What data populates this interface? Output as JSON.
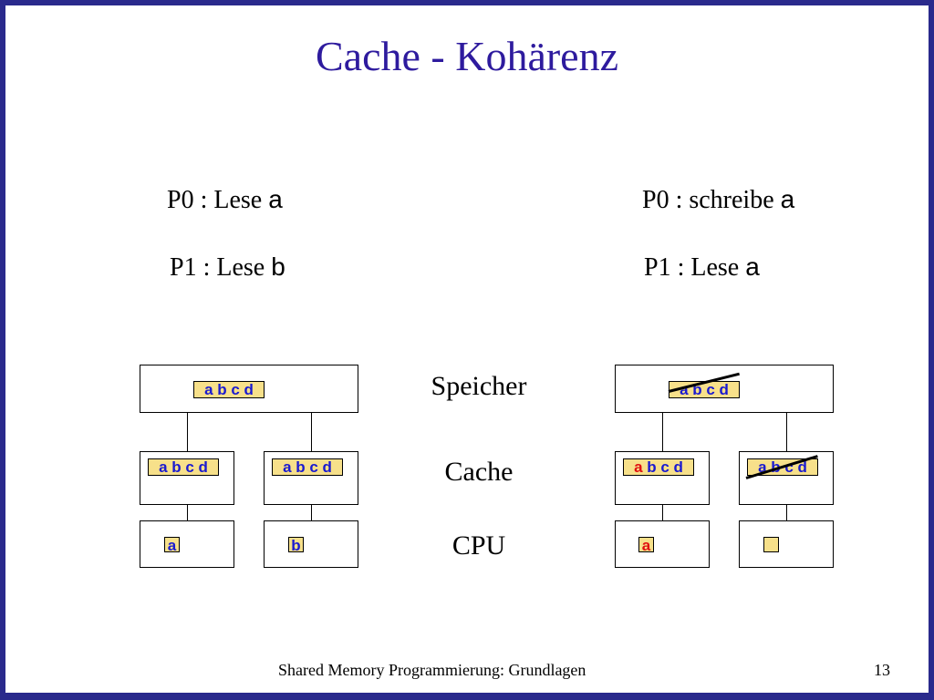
{
  "title": "Cache - Kohärenz",
  "left": {
    "op0_prefix": "P0 : Lese ",
    "op0_var": "a",
    "op1_prefix": "P1 : Lese ",
    "op1_var": "b",
    "memory_cell": "a b c d",
    "cache0_cell": "a b c d",
    "cache1_cell": "a b c d",
    "cpu0_cell": "a",
    "cpu1_cell": "b"
  },
  "right": {
    "op0_prefix": "P0 : schreibe ",
    "op0_var": "a",
    "op1_prefix": "P1 : Lese ",
    "op1_var": "a",
    "memory_cell": "a b c d",
    "cache0_first": "a",
    "cache0_rest": " b c d",
    "cache1_cell": "a b c d",
    "cpu0_cell": "a",
    "cpu1_cell": ""
  },
  "labels": {
    "memory": "Speicher",
    "cache": "Cache",
    "cpu": "CPU"
  },
  "footer": {
    "text": "Shared Memory Programmierung: Grundlagen",
    "page": "13"
  },
  "colors": {
    "title": "#2e1b9e",
    "frame": "#2a2a8c",
    "cell_fill": "#f7e08a",
    "cell_text": "#1a1ad0",
    "modified": "#e01010"
  }
}
